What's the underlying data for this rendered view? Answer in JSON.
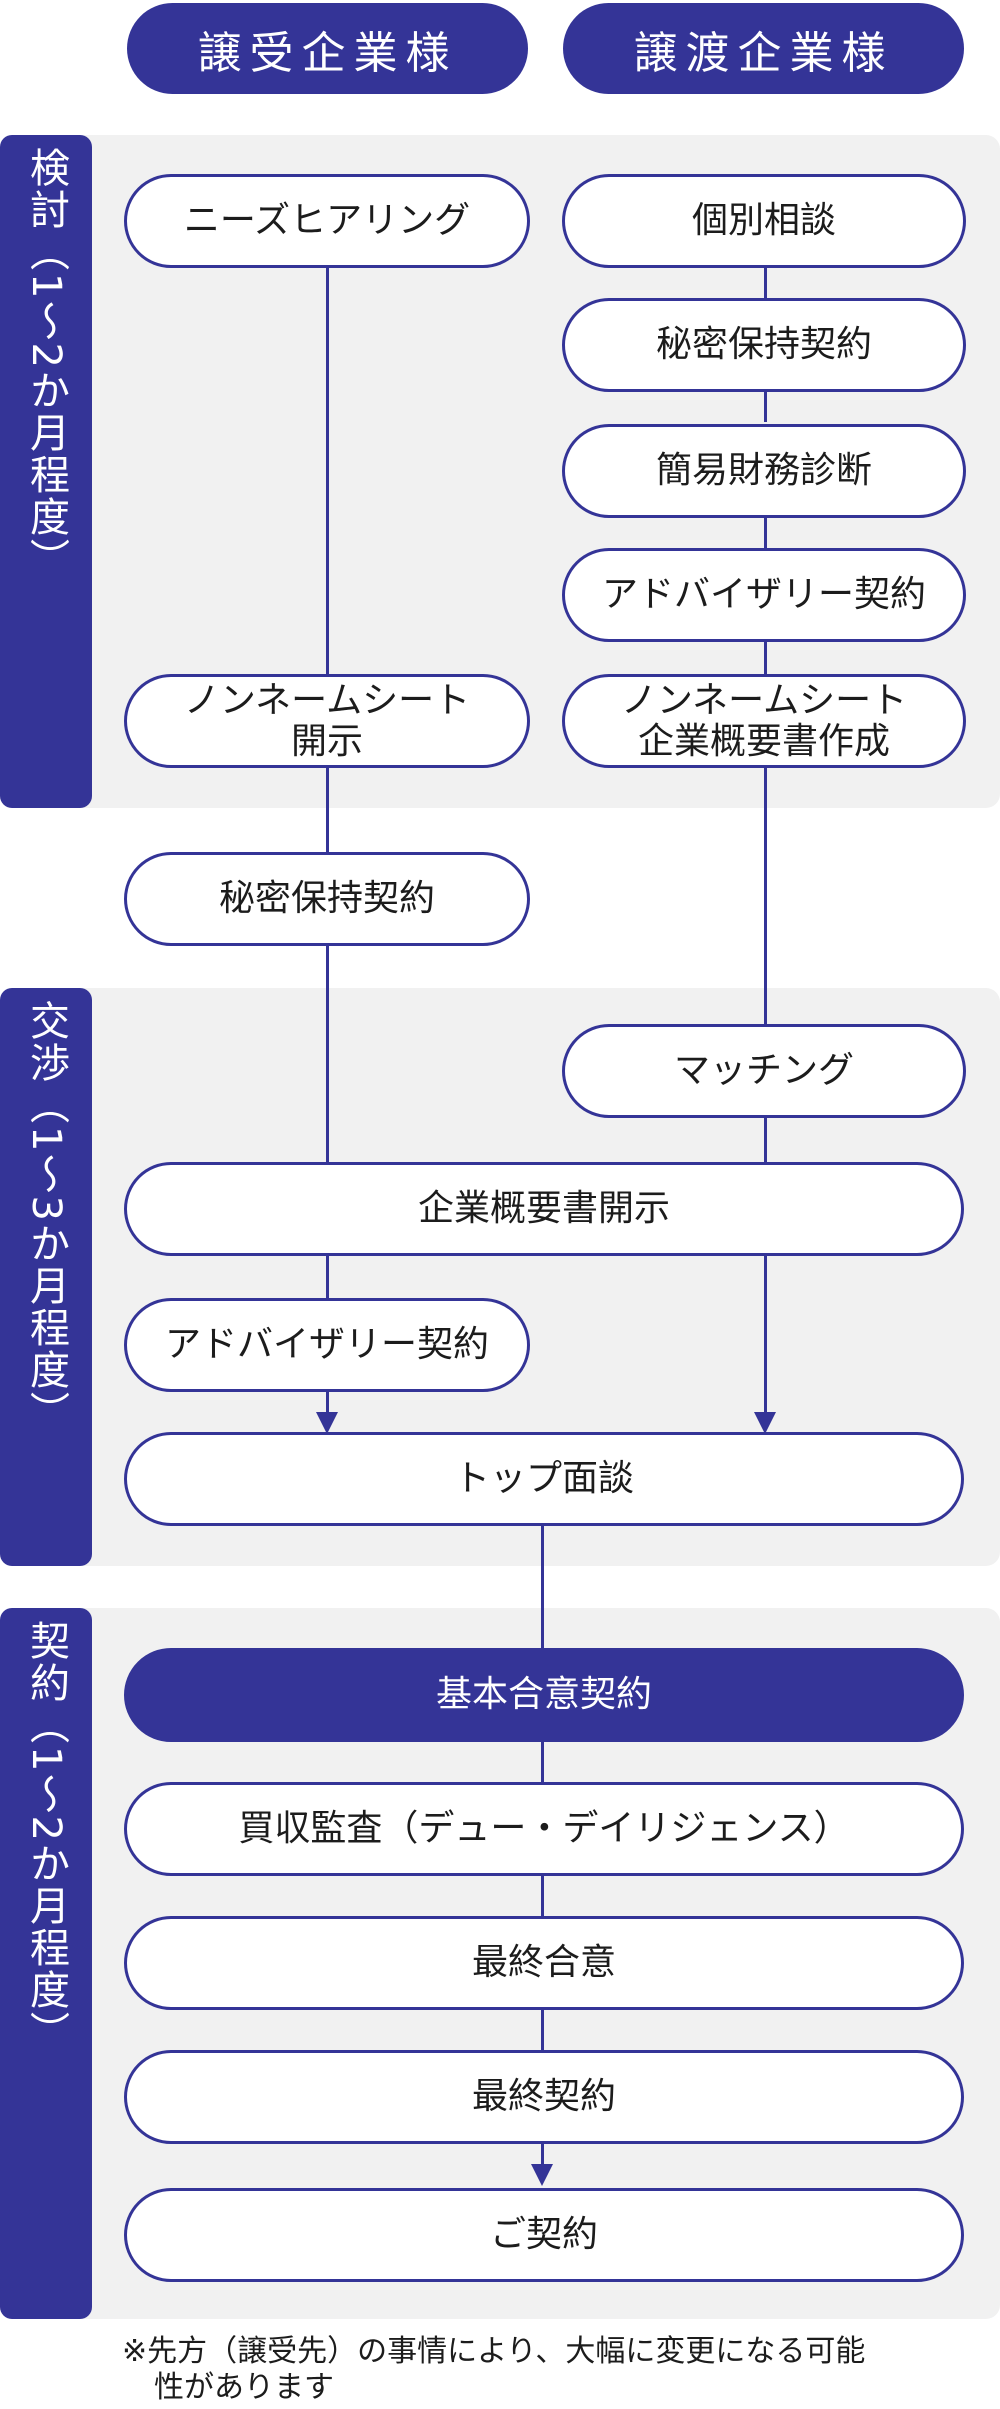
{
  "headers": {
    "buyer": "譲受企業様",
    "seller": "譲渡企業様"
  },
  "phases": {
    "consider": "検討（1～2か月程度）",
    "negotiate": "交渉（1～3か月程度）",
    "contract": "契約（1～2か月程度）"
  },
  "steps": {
    "needs_hearing": "ニーズヒアリング",
    "individual_consult": "個別相談",
    "nda_seller": "秘密保持契約",
    "simple_diagnosis": "簡易財務診断",
    "advisory_seller": "アドバイザリー契約",
    "nonname_disclose_line1": "ノンネームシート",
    "nonname_disclose_line2": "開示",
    "nonname_create_line1": "ノンネームシート",
    "nonname_create_line2": "企業概要書作成",
    "nda_buyer": "秘密保持契約",
    "matching": "マッチング",
    "overview_disclose": "企業概要書開示",
    "advisory_buyer": "アドバイザリー契約",
    "top_meeting": "トップ面談",
    "basic_agreement": "基本合意契約",
    "due_diligence": "買収監査（デュー・デイリジェンス）",
    "final_agreement": "最終合意",
    "final_contract": "最終契約",
    "contract_done": "ご契約"
  },
  "note": {
    "line1": "※先方（譲受先）の事情により、大幅に変更になる可能",
    "line2": "性があります"
  },
  "colors": {
    "accent": "#343497",
    "panel": "#f1f1f1"
  }
}
